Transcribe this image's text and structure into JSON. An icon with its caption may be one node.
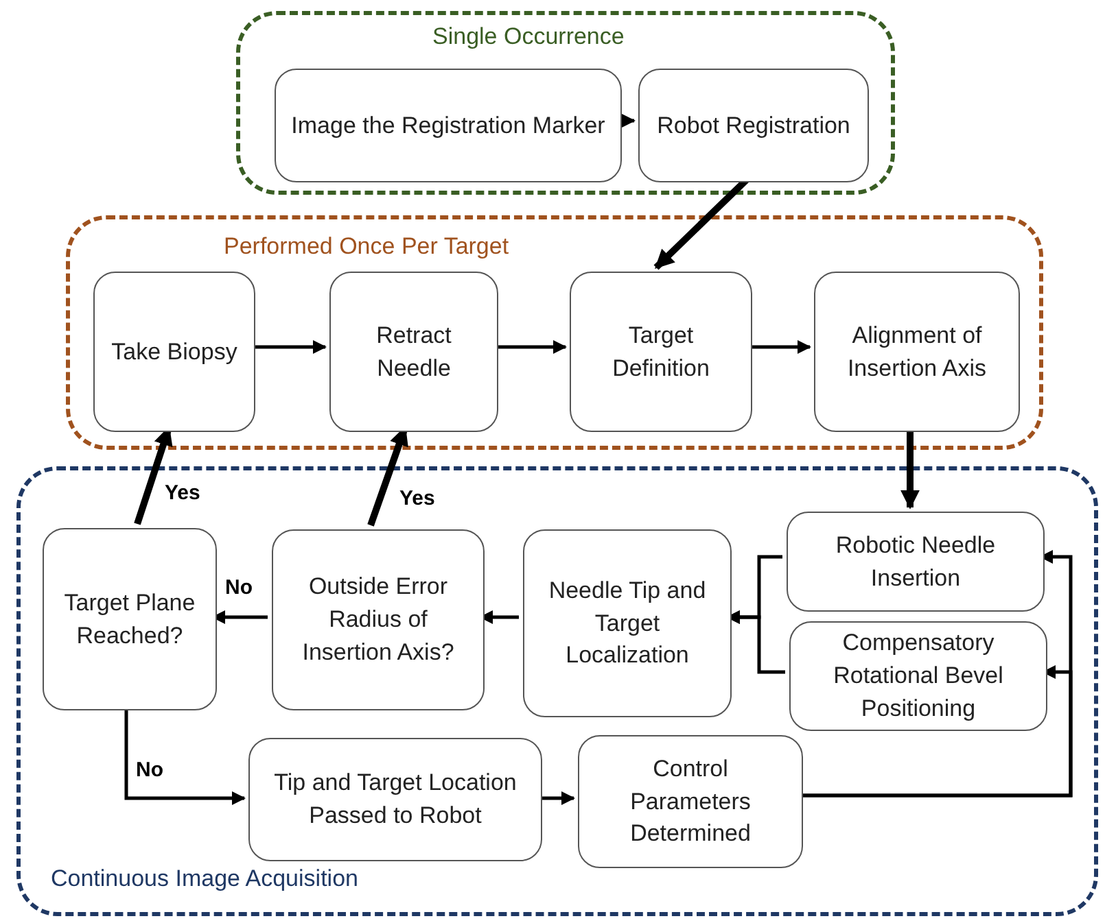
{
  "diagram": {
    "nodes": [
      {
        "text": [
          "Single Occurrence"
        ]
      },
      {
        "text": [
          "Image the Registration Marker"
        ],
        "in": 0
      },
      {
        "text": [
          "Robot Registration"
        ],
        "in": 0
      },
      {
        "text": [
          "Performed Once Per Target"
        ]
      },
      {
        "text": [
          "Take Biopsy"
        ],
        "in": 3
      },
      {
        "text": [
          "Retract Needle"
        ],
        "in": 3
      },
      {
        "text": [
          "Target Definition"
        ],
        "in": 3
      },
      {
        "text": [
          "Alignment of Insertion Axis"
        ],
        "in": 3
      },
      {
        "text": [
          "Continuous Image Acquisition"
        ]
      },
      {
        "text": [
          "Target Plane Reached?"
        ],
        "in": 8
      },
      {
        "text": [
          "Outside Error Radius of Insertion Axis?"
        ],
        "in": 8
      },
      {
        "text": [
          "Needle Tip and Target Localization"
        ],
        "in": 8
      },
      {
        "text": [
          "Robotic Needle Insertion"
        ],
        "in": 8
      },
      {
        "text": [
          "Compensatory Rotational Bevel Positioning"
        ],
        "in": 8
      },
      {
        "text": [
          "Tip and Target Location Passed to Robot"
        ],
        "in": 8
      },
      {
        "text": [
          "Control Parameters Determined"
        ],
        "in": 8
      }
    ],
    "edges": [
      {
        "from": 1,
        "to": 2,
        "arrow": "to"
      },
      {
        "from": 2,
        "to": 6,
        "arrow": "to",
        "style": "thick"
      },
      {
        "from": 4,
        "to": 5,
        "arrow": "to"
      },
      {
        "from": 5,
        "to": 6,
        "arrow": "to"
      },
      {
        "from": 6,
        "to": 7,
        "arrow": "to"
      },
      {
        "from": 7,
        "to": 12,
        "arrow": "to",
        "style": "thick"
      },
      {
        "from": 12,
        "to": 11,
        "arrow": "to"
      },
      {
        "from": 13,
        "to": 11,
        "arrow": "to"
      },
      {
        "from": 11,
        "to": 10,
        "arrow": "to"
      },
      {
        "from": 10,
        "to": 9,
        "arrow": "to",
        "label": "No"
      },
      {
        "from": 10,
        "to": 5,
        "arrow": "to",
        "label": "Yes",
        "style": "thick"
      },
      {
        "from": 9,
        "to": 4,
        "arrow": "to",
        "label": "Yes",
        "style": "thick"
      },
      {
        "from": 9,
        "to": 14,
        "arrow": "to",
        "label": "No"
      },
      {
        "from": 14,
        "to": 15,
        "arrow": "to"
      },
      {
        "from": 15,
        "to": 12,
        "arrow": "to"
      },
      {
        "from": 15,
        "to": 13,
        "arrow": "to"
      }
    ]
  }
}
